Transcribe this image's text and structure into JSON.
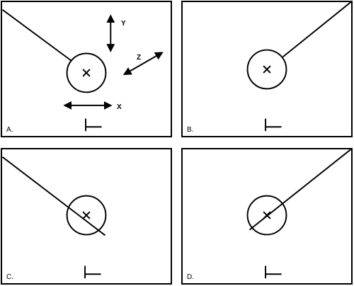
{
  "panels": [
    {
      "id": "A",
      "label": "A."
    },
    {
      "id": "B",
      "label": "B."
    },
    {
      "id": "C",
      "label": "C."
    },
    {
      "id": "D",
      "label": "D."
    }
  ],
  "axes": {
    "x_label": "X",
    "y_label": "Y",
    "z_label": "Z"
  },
  "colors": {
    "stroke": "#000000",
    "background": "#ffffff"
  }
}
